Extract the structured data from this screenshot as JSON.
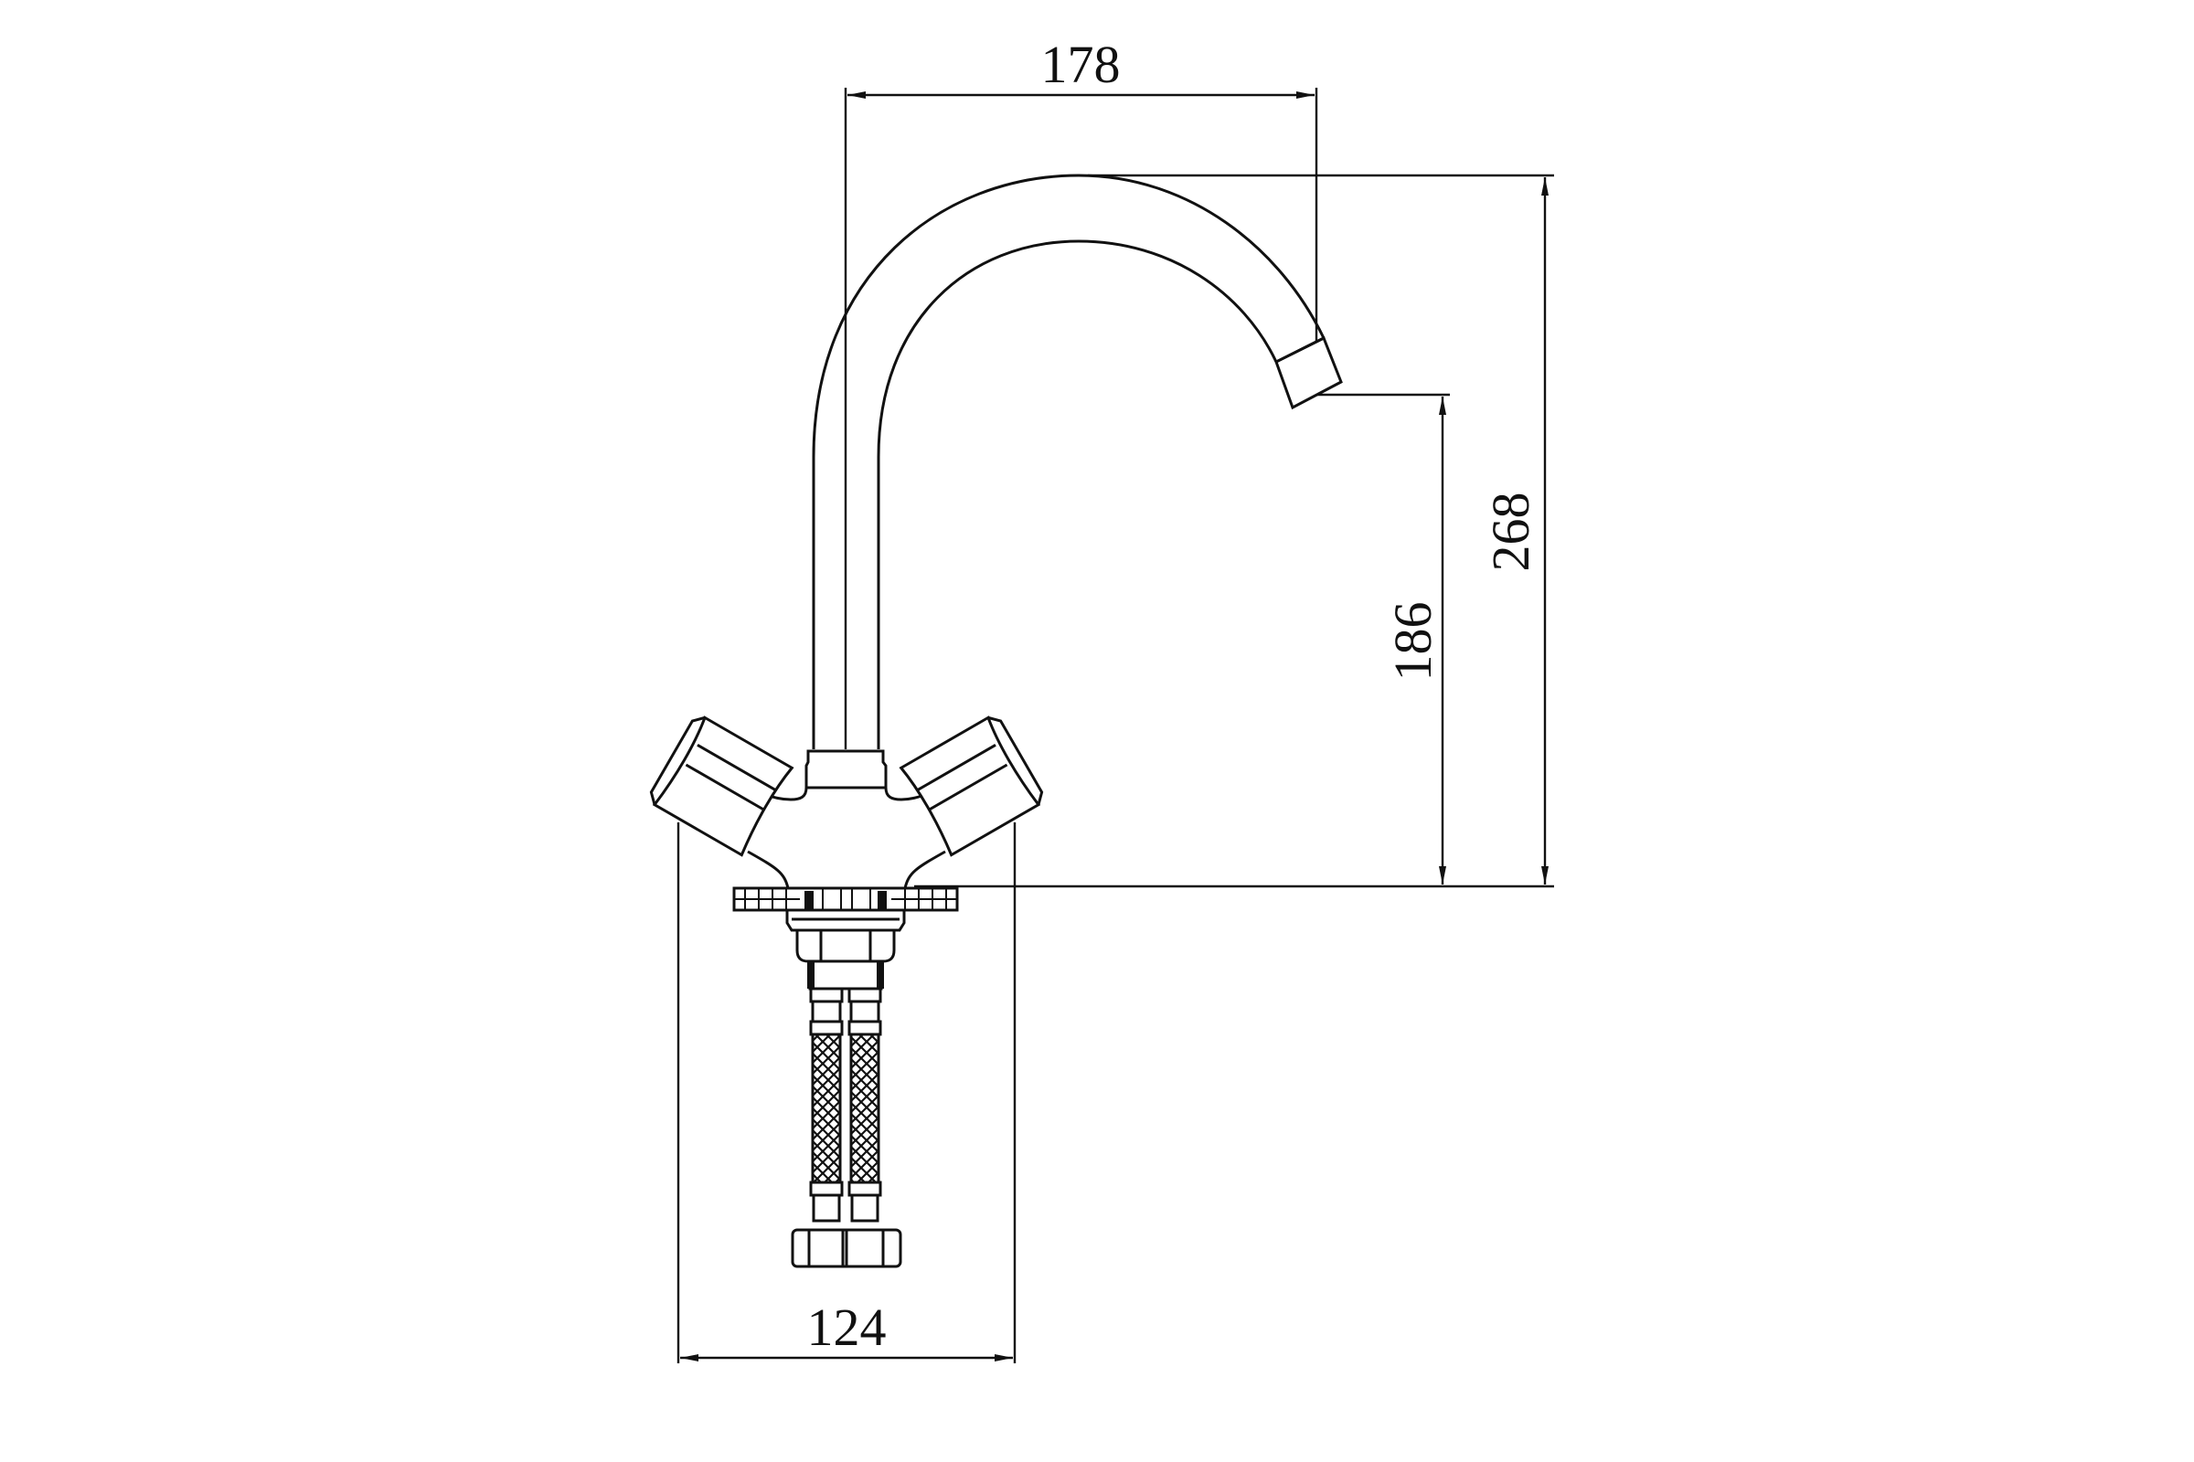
{
  "drawing": {
    "subject": "Two-handle faucet with swivel spout, side elevation",
    "units": "mm",
    "line_color": "#111111",
    "background": "#ffffff"
  },
  "dimensions": {
    "spout_reach": {
      "label": "178",
      "value": 178,
      "orientation": "horizontal"
    },
    "total_height": {
      "label": "268",
      "value": 268,
      "orientation": "vertical"
    },
    "outlet_height": {
      "label": "186",
      "value": 186,
      "orientation": "vertical"
    },
    "handle_span": {
      "label": "124",
      "value": 124,
      "orientation": "horizontal"
    }
  },
  "components": [
    {
      "name": "swivel-spout",
      "shape": "gooseneck arc"
    },
    {
      "name": "aerator-outlet"
    },
    {
      "name": "spout-collar"
    },
    {
      "name": "left-handle"
    },
    {
      "name": "right-handle"
    },
    {
      "name": "faucet-body"
    },
    {
      "name": "base-gasket"
    },
    {
      "name": "mounting-nut"
    },
    {
      "name": "threaded-shank"
    },
    {
      "name": "braided-supply-hoses",
      "count": 2
    },
    {
      "name": "hose-hex-nuts"
    }
  ]
}
